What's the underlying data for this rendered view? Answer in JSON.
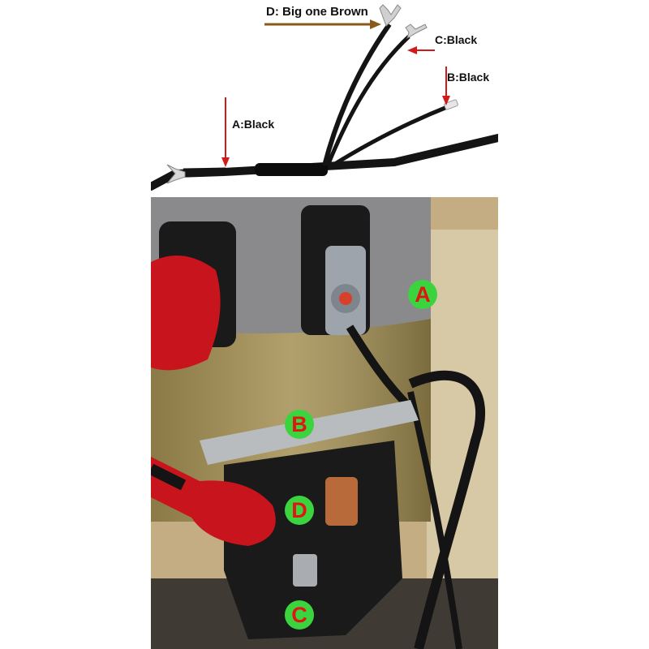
{
  "wire_diagram": {
    "labels": {
      "d": "D:  Big one Brown",
      "c": "C:Black",
      "b": "B:Black",
      "a": "A:Black"
    }
  },
  "motor_photo": {
    "markers": {
      "a": "A",
      "b": "B",
      "c": "C",
      "d": "D"
    }
  },
  "colors": {
    "arrow_red": "#d11b1b",
    "arrow_brown": "#8a5a1a",
    "marker_green": "#3bd43f",
    "marker_letter_red": "#e01515",
    "cable_black": "#141414",
    "boot_red": "#c8141c"
  }
}
